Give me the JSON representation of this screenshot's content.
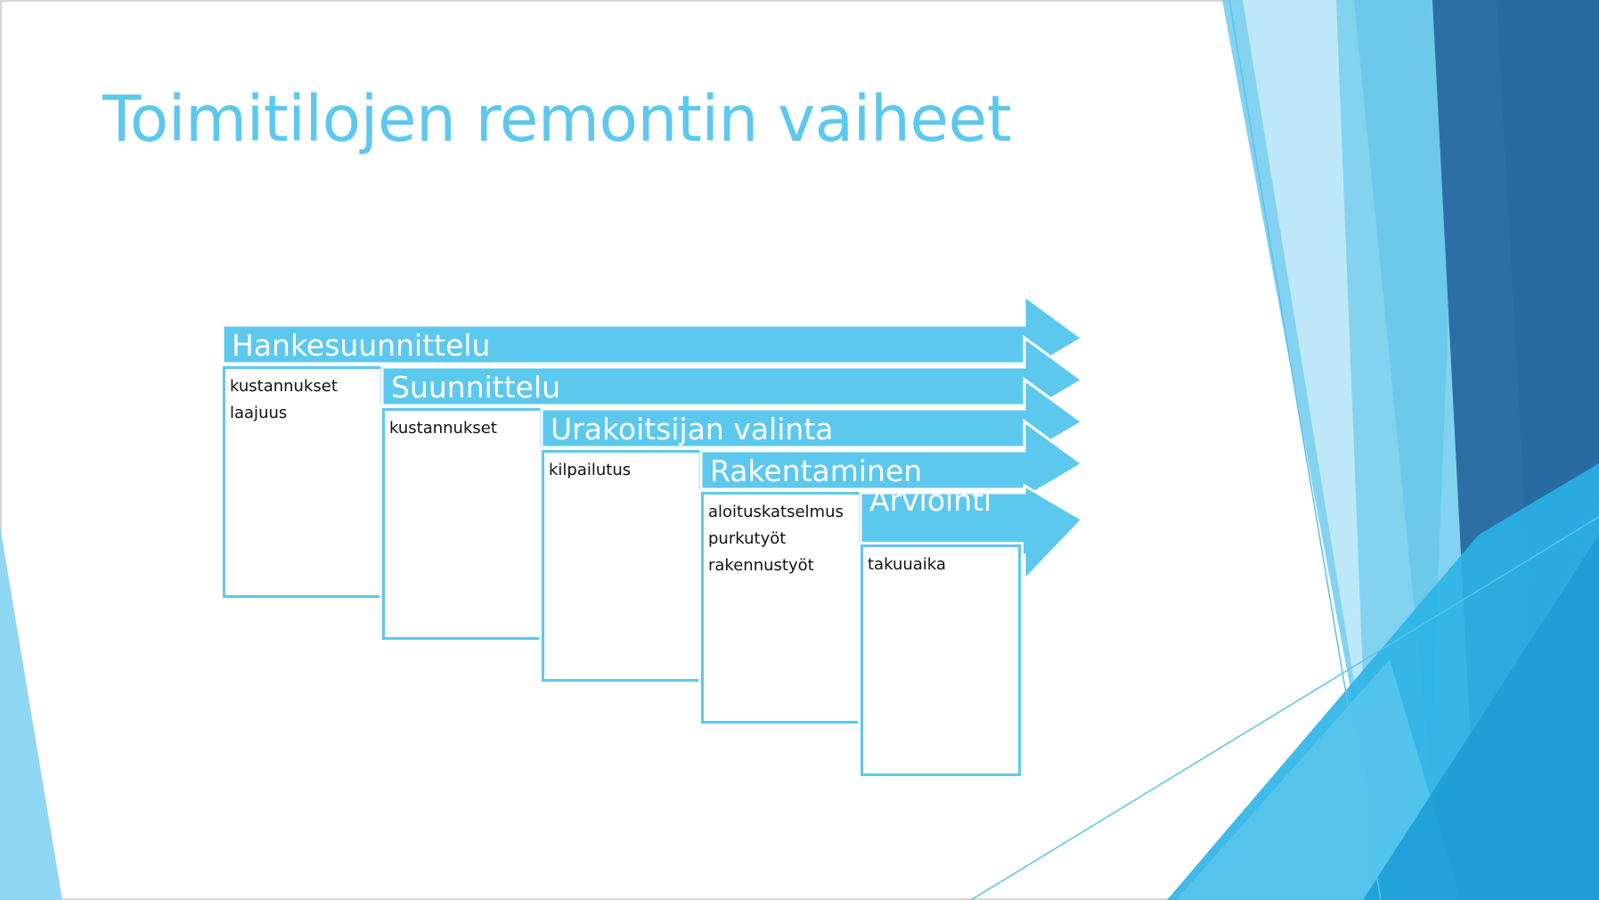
{
  "slide": {
    "title": "Toimitilojen remontin vaiheet"
  },
  "colors": {
    "title": "#5dc8ee",
    "stage_fill": "#5dc8ee",
    "box_border": "#5dc8ee",
    "stage_text": "#ffffff"
  },
  "stages": [
    {
      "label": "Hankesuunnittelu",
      "items": [
        "kustannukset",
        "laajuus"
      ]
    },
    {
      "label": "Suunnittelu",
      "items": [
        "kustannukset"
      ]
    },
    {
      "label": "Urakoitsijan valinta",
      "items": [
        "kilpailutus"
      ]
    },
    {
      "label": "Rakentaminen",
      "items": [
        "aloituskatselmus",
        "purkutyöt",
        "rakennustyöt"
      ]
    },
    {
      "label": "Arviointi",
      "items": [
        "takuuaika"
      ]
    }
  ]
}
